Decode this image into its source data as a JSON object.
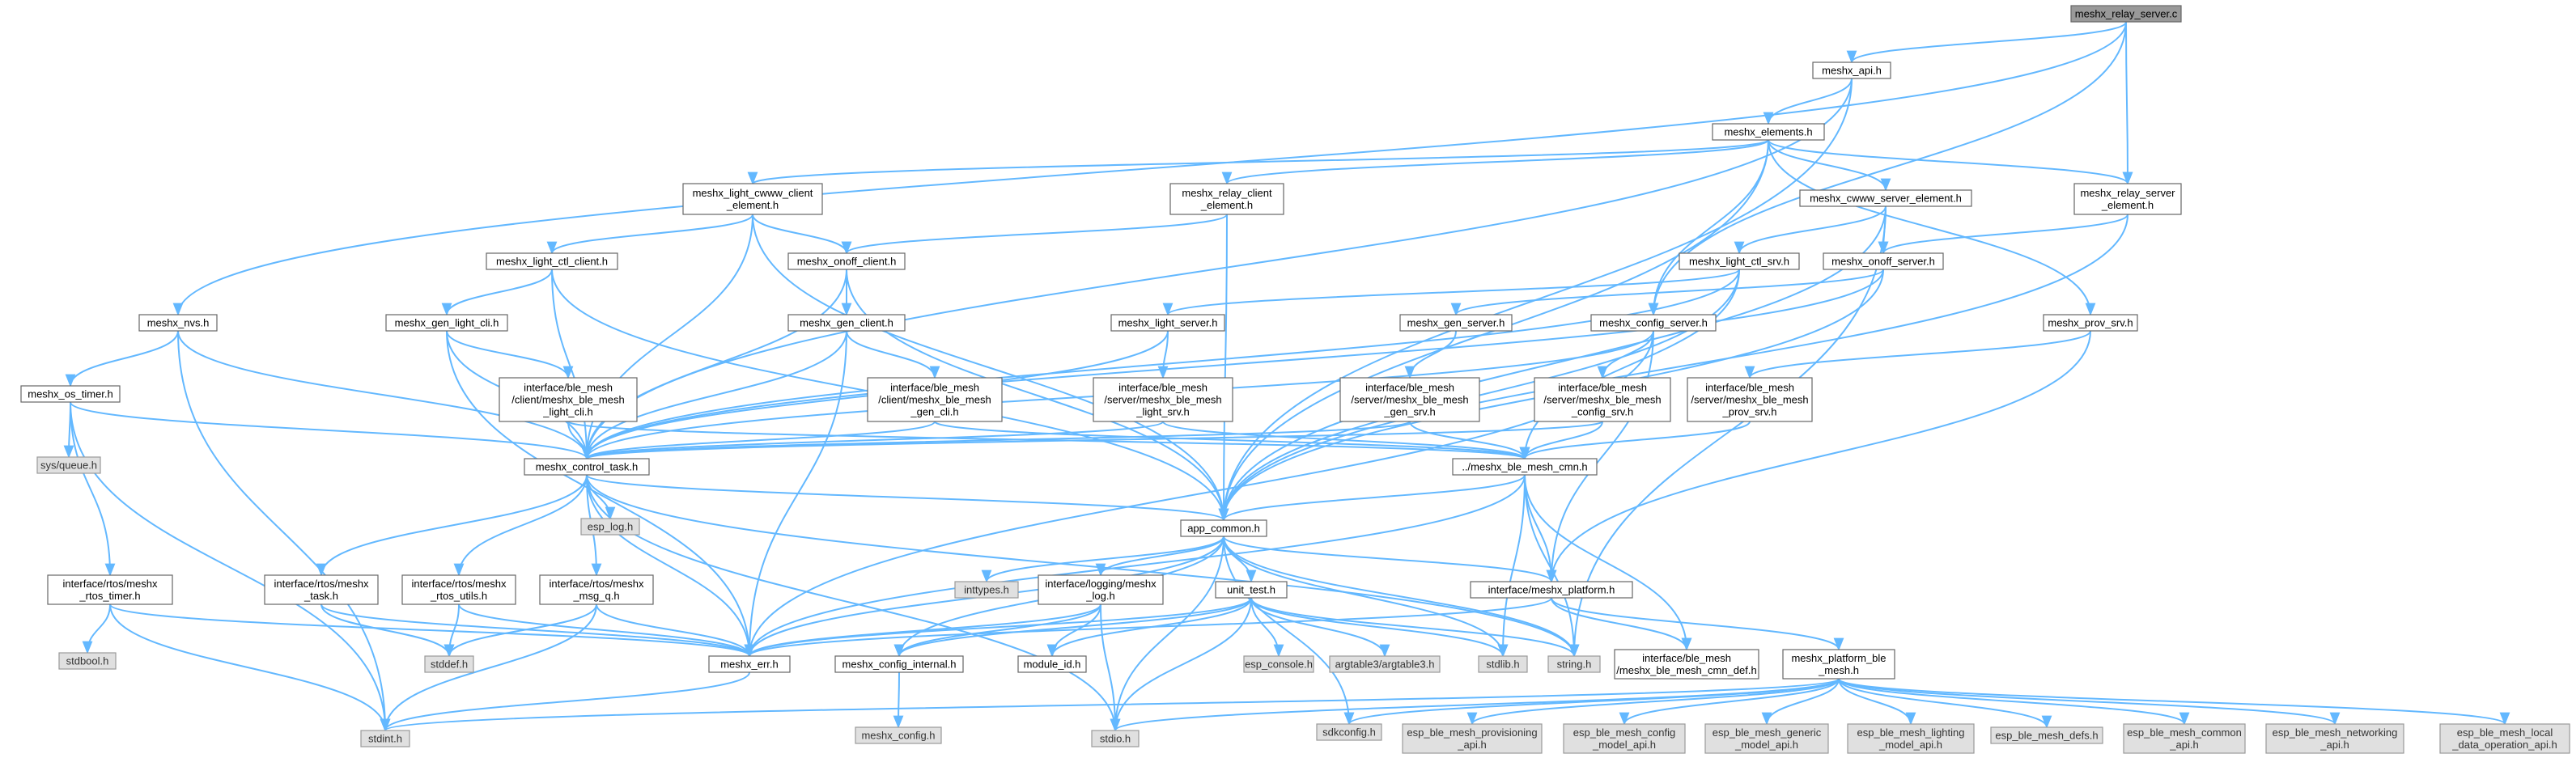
{
  "diagram": {
    "colors": {
      "edge": "#63b8ff",
      "node_border": "#666666",
      "root_fill": "#999999",
      "system_fill": "#e0e0e0"
    },
    "nodes": [
      {
        "id": "relay_server_c",
        "label": [
          "meshx_relay_server.c"
        ],
        "style": "root"
      },
      {
        "id": "api_h",
        "label": [
          "meshx_api.h"
        ],
        "style": "normal"
      },
      {
        "id": "elements_h",
        "label": [
          "meshx_elements.h"
        ],
        "style": "normal"
      },
      {
        "id": "light_cwww_client_el",
        "label": [
          "meshx_light_cwww_client",
          "_element.h"
        ],
        "style": "normal"
      },
      {
        "id": "relay_client_el",
        "label": [
          "meshx_relay_client",
          "_element.h"
        ],
        "style": "normal"
      },
      {
        "id": "cwww_server_el",
        "label": [
          "meshx_cwww_server_element.h"
        ],
        "style": "normal"
      },
      {
        "id": "relay_server_el",
        "label": [
          "meshx_relay_server",
          "_element.h"
        ],
        "style": "normal"
      },
      {
        "id": "light_ctl_client",
        "label": [
          "meshx_light_ctl_client.h"
        ],
        "style": "normal"
      },
      {
        "id": "onoff_client",
        "label": [
          "meshx_onoff_client.h"
        ],
        "style": "normal"
      },
      {
        "id": "light_ctl_srv",
        "label": [
          "meshx_light_ctl_srv.h"
        ],
        "style": "normal"
      },
      {
        "id": "onoff_server",
        "label": [
          "meshx_onoff_server.h"
        ],
        "style": "normal"
      },
      {
        "id": "nvs_h",
        "label": [
          "meshx_nvs.h"
        ],
        "style": "normal"
      },
      {
        "id": "gen_light_cli",
        "label": [
          "meshx_gen_light_cli.h"
        ],
        "style": "normal"
      },
      {
        "id": "gen_client",
        "label": [
          "meshx_gen_client.h"
        ],
        "style": "normal"
      },
      {
        "id": "light_server",
        "label": [
          "meshx_light_server.h"
        ],
        "style": "normal"
      },
      {
        "id": "gen_server",
        "label": [
          "meshx_gen_server.h"
        ],
        "style": "normal"
      },
      {
        "id": "config_server",
        "label": [
          "meshx_config_server.h"
        ],
        "style": "normal"
      },
      {
        "id": "prov_srv",
        "label": [
          "meshx_prov_srv.h"
        ],
        "style": "normal"
      },
      {
        "id": "os_timer",
        "label": [
          "meshx_os_timer.h"
        ],
        "style": "normal"
      },
      {
        "id": "ble_light_cli",
        "label": [
          "interface/ble_mesh",
          "/client/meshx_ble_mesh",
          "_light_cli.h"
        ],
        "style": "normal"
      },
      {
        "id": "ble_gen_cli",
        "label": [
          "interface/ble_mesh",
          "/client/meshx_ble_mesh",
          "_gen_cli.h"
        ],
        "style": "normal"
      },
      {
        "id": "ble_light_srv",
        "label": [
          "interface/ble_mesh",
          "/server/meshx_ble_mesh",
          "_light_srv.h"
        ],
        "style": "normal"
      },
      {
        "id": "ble_gen_srv",
        "label": [
          "interface/ble_mesh",
          "/server/meshx_ble_mesh",
          "_gen_srv.h"
        ],
        "style": "normal"
      },
      {
        "id": "ble_config_srv",
        "label": [
          "interface/ble_mesh",
          "/server/meshx_ble_mesh",
          "_config_srv.h"
        ],
        "style": "normal"
      },
      {
        "id": "ble_prov_srv",
        "label": [
          "interface/ble_mesh",
          "/server/meshx_ble_mesh",
          "_prov_srv.h"
        ],
        "style": "normal"
      },
      {
        "id": "sys_queue",
        "label": [
          "sys/queue.h"
        ],
        "style": "gray"
      },
      {
        "id": "control_task",
        "label": [
          "meshx_control_task.h"
        ],
        "style": "normal"
      },
      {
        "id": "ble_mesh_cmn",
        "label": [
          "../meshx_ble_mesh_cmn.h"
        ],
        "style": "normal"
      },
      {
        "id": "esp_log",
        "label": [
          "esp_log.h"
        ],
        "style": "gray"
      },
      {
        "id": "app_common",
        "label": [
          "app_common.h"
        ],
        "style": "normal"
      },
      {
        "id": "rtos_timer",
        "label": [
          "interface/rtos/meshx",
          "_rtos_timer.h"
        ],
        "style": "normal"
      },
      {
        "id": "rtos_task",
        "label": [
          "interface/rtos/meshx",
          "_task.h"
        ],
        "style": "normal"
      },
      {
        "id": "rtos_utils",
        "label": [
          "interface/rtos/meshx",
          "_rtos_utils.h"
        ],
        "style": "normal"
      },
      {
        "id": "msg_q",
        "label": [
          "interface/rtos/meshx",
          "_msg_q.h"
        ],
        "style": "normal"
      },
      {
        "id": "inttypes",
        "label": [
          "inttypes.h"
        ],
        "style": "gray"
      },
      {
        "id": "logging_log",
        "label": [
          "interface/logging/meshx",
          "_log.h"
        ],
        "style": "normal"
      },
      {
        "id": "unit_test",
        "label": [
          "unit_test.h"
        ],
        "style": "normal"
      },
      {
        "id": "platform_h",
        "label": [
          "interface/meshx_platform.h"
        ],
        "style": "normal"
      },
      {
        "id": "stdbool",
        "label": [
          "stdbool.h"
        ],
        "style": "gray"
      },
      {
        "id": "stddef",
        "label": [
          "stddef.h"
        ],
        "style": "gray"
      },
      {
        "id": "meshx_err",
        "label": [
          "meshx_err.h"
        ],
        "style": "normal"
      },
      {
        "id": "config_internal",
        "label": [
          "meshx_config_internal.h"
        ],
        "style": "normal"
      },
      {
        "id": "module_id",
        "label": [
          "module_id.h"
        ],
        "style": "normal"
      },
      {
        "id": "esp_console",
        "label": [
          "esp_console.h"
        ],
        "style": "gray"
      },
      {
        "id": "argtable3",
        "label": [
          "argtable3/argtable3.h"
        ],
        "style": "gray"
      },
      {
        "id": "stdlib",
        "label": [
          "stdlib.h"
        ],
        "style": "gray"
      },
      {
        "id": "string_h",
        "label": [
          "string.h"
        ],
        "style": "gray"
      },
      {
        "id": "ble_cmn_def",
        "label": [
          "interface/ble_mesh",
          "/meshx_ble_mesh_cmn_def.h"
        ],
        "style": "normal"
      },
      {
        "id": "platform_ble_mesh",
        "label": [
          "meshx_platform_ble",
          "_mesh.h"
        ],
        "style": "normal"
      },
      {
        "id": "stdint",
        "label": [
          "stdint.h"
        ],
        "style": "gray"
      },
      {
        "id": "meshx_config",
        "label": [
          "meshx_config.h"
        ],
        "style": "gray"
      },
      {
        "id": "stdio",
        "label": [
          "stdio.h"
        ],
        "style": "gray"
      },
      {
        "id": "sdkconfig",
        "label": [
          "sdkconfig.h"
        ],
        "style": "gray"
      },
      {
        "id": "esp_prov_api",
        "label": [
          "esp_ble_mesh_provisioning",
          "_api.h"
        ],
        "style": "gray"
      },
      {
        "id": "esp_config_model",
        "label": [
          "esp_ble_mesh_config",
          "_model_api.h"
        ],
        "style": "gray"
      },
      {
        "id": "esp_generic_model",
        "label": [
          "esp_ble_mesh_generic",
          "_model_api.h"
        ],
        "style": "gray"
      },
      {
        "id": "esp_lighting_model",
        "label": [
          "esp_ble_mesh_lighting",
          "_model_api.h"
        ],
        "style": "gray"
      },
      {
        "id": "esp_defs",
        "label": [
          "esp_ble_mesh_defs.h"
        ],
        "style": "gray"
      },
      {
        "id": "esp_common_api",
        "label": [
          "esp_ble_mesh_common",
          "_api.h"
        ],
        "style": "gray"
      },
      {
        "id": "esp_networking_api",
        "label": [
          "esp_ble_mesh_networking",
          "_api.h"
        ],
        "style": "gray"
      },
      {
        "id": "esp_local_data",
        "label": [
          "esp_ble_mesh_local",
          "_data_operation_api.h"
        ],
        "style": "gray"
      }
    ],
    "edges": [
      [
        "relay_server_c",
        "api_h"
      ],
      [
        "relay_server_c",
        "relay_server_el"
      ],
      [
        "relay_server_c",
        "nvs_h"
      ],
      [
        "relay_server_c",
        "config_server"
      ],
      [
        "api_h",
        "elements_h"
      ],
      [
        "api_h",
        "control_task"
      ],
      [
        "api_h",
        "app_common"
      ],
      [
        "elements_h",
        "light_cwww_client_el"
      ],
      [
        "elements_h",
        "relay_client_el"
      ],
      [
        "elements_h",
        "cwww_server_el"
      ],
      [
        "elements_h",
        "relay_server_el"
      ],
      [
        "elements_h",
        "config_server"
      ],
      [
        "elements_h",
        "prov_srv"
      ],
      [
        "elements_h",
        "app_common"
      ],
      [
        "light_cwww_client_el",
        "light_ctl_client"
      ],
      [
        "light_cwww_client_el",
        "onoff_client"
      ],
      [
        "light_cwww_client_el",
        "control_task"
      ],
      [
        "light_cwww_client_el",
        "app_common"
      ],
      [
        "relay_client_el",
        "onoff_client"
      ],
      [
        "relay_client_el",
        "app_common"
      ],
      [
        "cwww_server_el",
        "light_ctl_srv"
      ],
      [
        "cwww_server_el",
        "onoff_server"
      ],
      [
        "cwww_server_el",
        "app_common"
      ],
      [
        "cwww_server_el",
        "string_h"
      ],
      [
        "relay_server_el",
        "onoff_server"
      ],
      [
        "relay_server_el",
        "app_common"
      ],
      [
        "light_ctl_client",
        "gen_light_cli"
      ],
      [
        "light_ctl_client",
        "control_task"
      ],
      [
        "light_ctl_client",
        "app_common"
      ],
      [
        "onoff_client",
        "gen_client"
      ],
      [
        "onoff_client",
        "control_task"
      ],
      [
        "onoff_client",
        "app_common"
      ],
      [
        "light_ctl_srv",
        "light_server"
      ],
      [
        "light_ctl_srv",
        "control_task"
      ],
      [
        "light_ctl_srv",
        "app_common"
      ],
      [
        "light_ctl_srv",
        "ble_mesh_cmn"
      ],
      [
        "onoff_server",
        "gen_server"
      ],
      [
        "onoff_server",
        "control_task"
      ],
      [
        "onoff_server",
        "app_common"
      ],
      [
        "nvs_h",
        "os_timer"
      ],
      [
        "nvs_h",
        "control_task"
      ],
      [
        "nvs_h",
        "stdint"
      ],
      [
        "gen_light_cli",
        "ble_light_cli"
      ],
      [
        "gen_light_cli",
        "control_task"
      ],
      [
        "gen_light_cli",
        "meshx_err"
      ],
      [
        "gen_client",
        "ble_gen_cli"
      ],
      [
        "gen_client",
        "control_task"
      ],
      [
        "gen_client",
        "meshx_err"
      ],
      [
        "light_server",
        "ble_light_srv"
      ],
      [
        "light_server",
        "control_task"
      ],
      [
        "gen_server",
        "ble_gen_srv"
      ],
      [
        "config_server",
        "ble_config_srv"
      ],
      [
        "config_server",
        "platform_h"
      ],
      [
        "config_server",
        "control_task"
      ],
      [
        "config_server",
        "meshx_err"
      ],
      [
        "prov_srv",
        "ble_prov_srv"
      ],
      [
        "prov_srv",
        "platform_h"
      ],
      [
        "os_timer",
        "sys_queue"
      ],
      [
        "os_timer",
        "control_task"
      ],
      [
        "os_timer",
        "rtos_timer"
      ],
      [
        "os_timer",
        "stdint"
      ],
      [
        "ble_light_cli",
        "control_task"
      ],
      [
        "ble_light_cli",
        "ble_mesh_cmn"
      ],
      [
        "ble_gen_cli",
        "control_task"
      ],
      [
        "ble_gen_cli",
        "ble_mesh_cmn"
      ],
      [
        "ble_light_srv",
        "control_task"
      ],
      [
        "ble_light_srv",
        "ble_mesh_cmn"
      ],
      [
        "ble_gen_srv",
        "control_task"
      ],
      [
        "ble_gen_srv",
        "ble_mesh_cmn"
      ],
      [
        "ble_config_srv",
        "control_task"
      ],
      [
        "ble_config_srv",
        "ble_mesh_cmn"
      ],
      [
        "ble_prov_srv",
        "ble_mesh_cmn"
      ],
      [
        "control_task",
        "esp_log"
      ],
      [
        "control_task",
        "app_common"
      ],
      [
        "control_task",
        "rtos_task"
      ],
      [
        "control_task",
        "rtos_utils"
      ],
      [
        "control_task",
        "msg_q"
      ],
      [
        "control_task",
        "meshx_err"
      ],
      [
        "control_task",
        "stdio"
      ],
      [
        "control_task",
        "string_h"
      ],
      [
        "ble_mesh_cmn",
        "app_common"
      ],
      [
        "ble_mesh_cmn",
        "platform_h"
      ],
      [
        "ble_mesh_cmn",
        "stdlib"
      ],
      [
        "ble_mesh_cmn",
        "string_h"
      ],
      [
        "ble_mesh_cmn",
        "ble_cmn_def"
      ],
      [
        "ble_mesh_cmn",
        "meshx_err"
      ],
      [
        "app_common",
        "inttypes"
      ],
      [
        "app_common",
        "logging_log"
      ],
      [
        "app_common",
        "unit_test"
      ],
      [
        "app_common",
        "platform_h"
      ],
      [
        "app_common",
        "meshx_err"
      ],
      [
        "app_common",
        "config_internal"
      ],
      [
        "app_common",
        "stdio"
      ],
      [
        "app_common",
        "sdkconfig"
      ],
      [
        "app_common",
        "stdlib"
      ],
      [
        "app_common",
        "string_h"
      ],
      [
        "rtos_timer",
        "stdbool"
      ],
      [
        "rtos_timer",
        "meshx_err"
      ],
      [
        "rtos_timer",
        "stdint"
      ],
      [
        "rtos_task",
        "stddef"
      ],
      [
        "rtos_task",
        "meshx_err"
      ],
      [
        "rtos_utils",
        "stddef"
      ],
      [
        "rtos_utils",
        "meshx_err"
      ],
      [
        "msg_q",
        "stddef"
      ],
      [
        "msg_q",
        "meshx_err"
      ],
      [
        "msg_q",
        "stdint"
      ],
      [
        "logging_log",
        "meshx_err"
      ],
      [
        "logging_log",
        "config_internal"
      ],
      [
        "logging_log",
        "module_id"
      ],
      [
        "logging_log",
        "stdio"
      ],
      [
        "unit_test",
        "meshx_err"
      ],
      [
        "unit_test",
        "config_internal"
      ],
      [
        "unit_test",
        "module_id"
      ],
      [
        "unit_test",
        "esp_console"
      ],
      [
        "unit_test",
        "argtable3"
      ],
      [
        "unit_test",
        "stdlib"
      ],
      [
        "unit_test",
        "string_h"
      ],
      [
        "unit_test",
        "stdio"
      ],
      [
        "platform_h",
        "meshx_err"
      ],
      [
        "platform_h",
        "ble_cmn_def"
      ],
      [
        "platform_h",
        "platform_ble_mesh"
      ],
      [
        "meshx_err",
        "stdint"
      ],
      [
        "config_internal",
        "meshx_config"
      ],
      [
        "platform_ble_mesh",
        "stdint"
      ],
      [
        "platform_ble_mesh",
        "stdio"
      ],
      [
        "platform_ble_mesh",
        "sdkconfig"
      ],
      [
        "platform_ble_mesh",
        "esp_prov_api"
      ],
      [
        "platform_ble_mesh",
        "esp_config_model"
      ],
      [
        "platform_ble_mesh",
        "esp_generic_model"
      ],
      [
        "platform_ble_mesh",
        "esp_lighting_model"
      ],
      [
        "platform_ble_mesh",
        "esp_defs"
      ],
      [
        "platform_ble_mesh",
        "esp_common_api"
      ],
      [
        "platform_ble_mesh",
        "esp_networking_api"
      ],
      [
        "platform_ble_mesh",
        "esp_local_data"
      ]
    ]
  }
}
